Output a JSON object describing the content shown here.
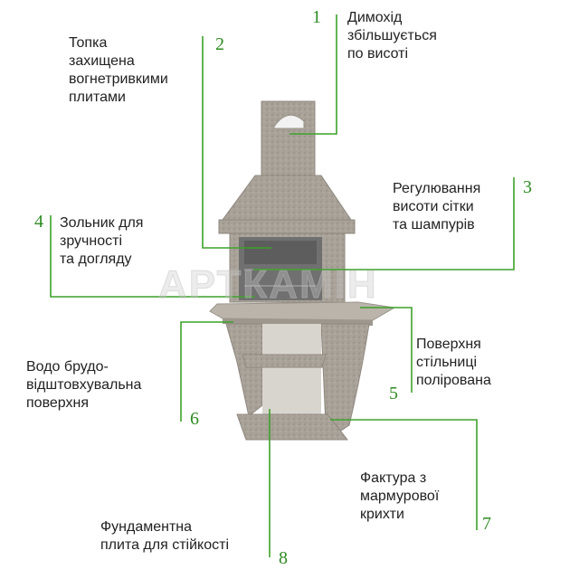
{
  "brand": {
    "watermark": "АРТКАМІН"
  },
  "colors": {
    "line": "#3da12a",
    "number": "#2e8b22",
    "text": "#222222",
    "stone": "#a8a198",
    "stone_dark": "#8f887f",
    "cavity": "#6e6e6e"
  },
  "callouts": [
    {
      "id": "1",
      "number": "1",
      "text": "Димохід\nзбільшується\nпо висоті"
    },
    {
      "id": "2",
      "number": "2",
      "text": "Топка\nзахищена\nвогнетривкими\nплитами"
    },
    {
      "id": "3",
      "number": "3",
      "text": "Регулювання\nвисоти сітки\nта шампурів"
    },
    {
      "id": "4",
      "number": "4",
      "text": "Зольник для\nзручності\nта догляду"
    },
    {
      "id": "5",
      "number": "5",
      "text": "Поверхня\nстільниці\nполірована"
    },
    {
      "id": "6",
      "number": "6",
      "text": "Водо брудо-\nвідштовхувальна\nповерхня"
    },
    {
      "id": "7",
      "number": "7",
      "text": "Фактура з\nмармурової\nкрихти"
    },
    {
      "id": "8",
      "number": "8",
      "text": "Фундаментна\nплита для стійкості"
    }
  ]
}
